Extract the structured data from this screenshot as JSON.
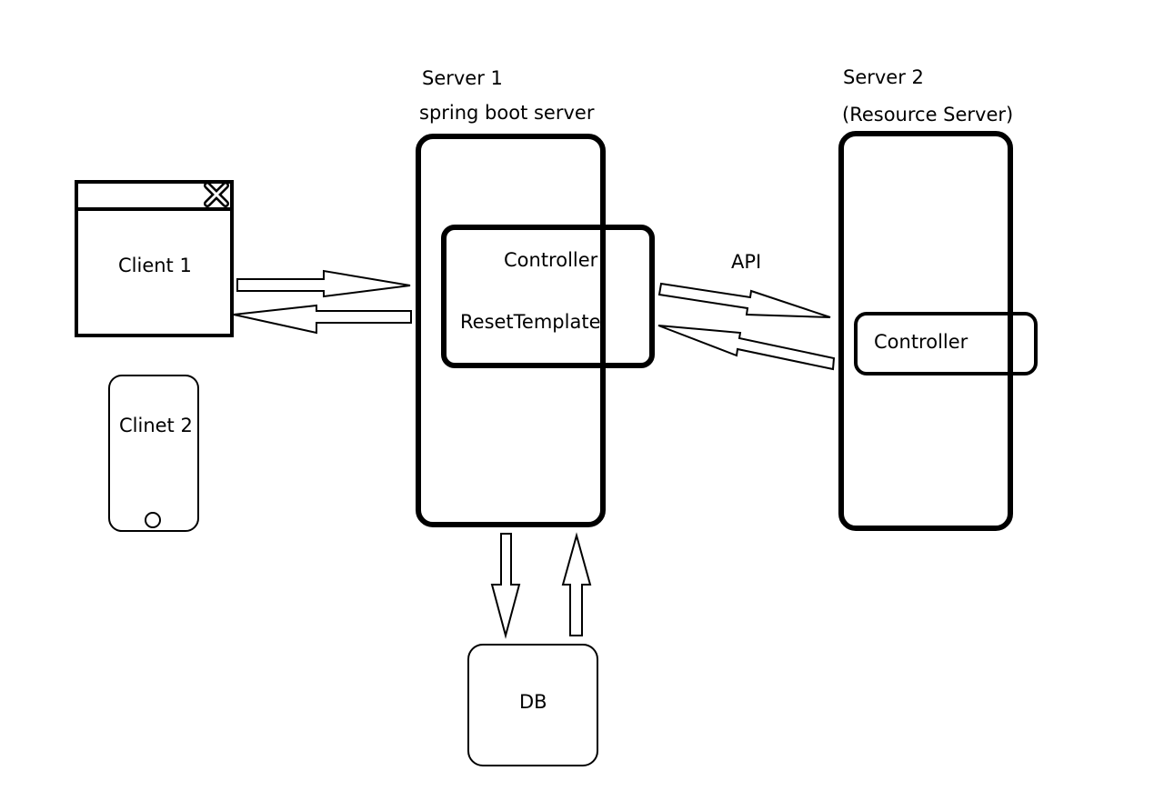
{
  "client1": {
    "label": "Client 1",
    "close_icon": "close-x-icon"
  },
  "client2": {
    "label": "Clinet 2",
    "home_button_icon": "home-button-icon"
  },
  "server1": {
    "title": "Server 1",
    "subtitle": "spring boot server",
    "inner": {
      "controller_label": "Controller",
      "template_label": "ResetTemplate"
    }
  },
  "server2": {
    "title": "Server 2",
    "subtitle": "(Resource Server)",
    "inner": {
      "controller_label": "Controller"
    }
  },
  "api_label": "API",
  "db": {
    "label": "DB"
  }
}
